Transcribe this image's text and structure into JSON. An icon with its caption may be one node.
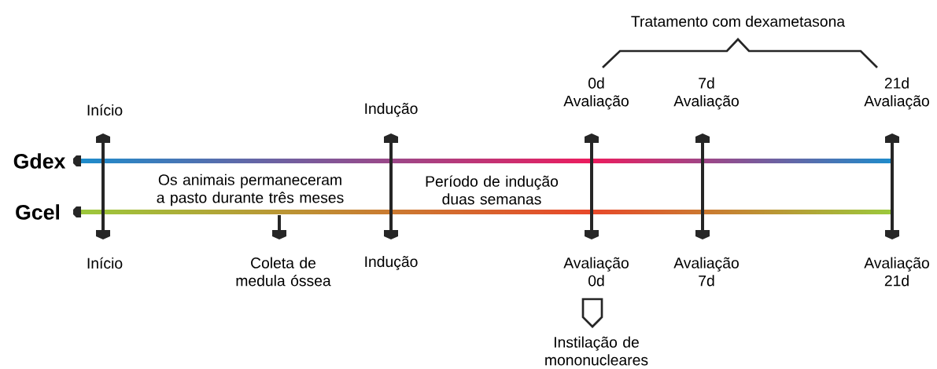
{
  "diagram": {
    "labels": [
      "Tratamento com dexametasona",
      "Início",
      "Indução",
      "0d Avaliação",
      "7d Avaliação",
      "21d Avaliação",
      "Gdex",
      "Os animais permaneceram a pasto durante três meses",
      "Período de indução duas semanas",
      "Gcel",
      "Início",
      "Coleta de medula óssea",
      "Indução",
      "Avaliação 0d",
      "Avaliação 7d",
      "Avaliação 21d",
      "Instilação de mononucleares"
    ]
  }
}
